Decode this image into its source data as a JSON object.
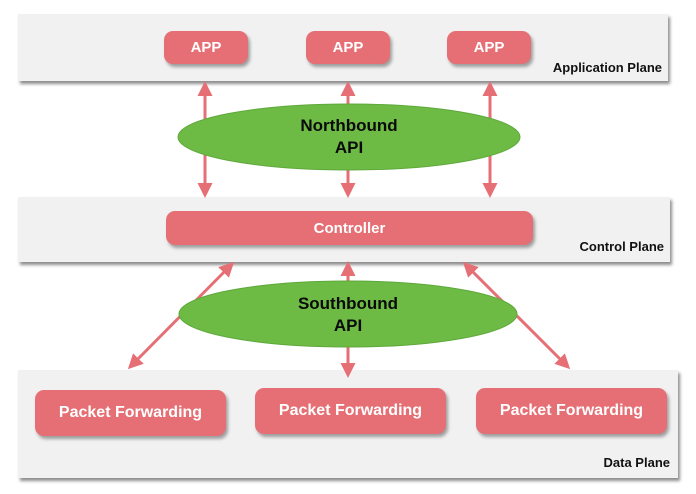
{
  "application_plane": {
    "label": "Application Plane",
    "apps": [
      {
        "label": "APP"
      },
      {
        "label": "APP"
      },
      {
        "label": "APP"
      }
    ]
  },
  "northbound_api": {
    "line1": "Northbound",
    "line2": "API"
  },
  "control_plane": {
    "label": "Control Plane",
    "controller": {
      "label": "Controller"
    }
  },
  "southbound_api": {
    "line1": "Southbound",
    "line2": "API"
  },
  "data_plane": {
    "label": "Data Plane",
    "devices": [
      {
        "label": "Packet Forwarding"
      },
      {
        "label": "Packet Forwarding"
      },
      {
        "label": "Packet Forwarding"
      }
    ]
  },
  "colors": {
    "box": "#e56f74",
    "arrow": "#e56f74",
    "api_ellipse": "#6dbb45",
    "plane_bg": "#f1f1f1"
  }
}
